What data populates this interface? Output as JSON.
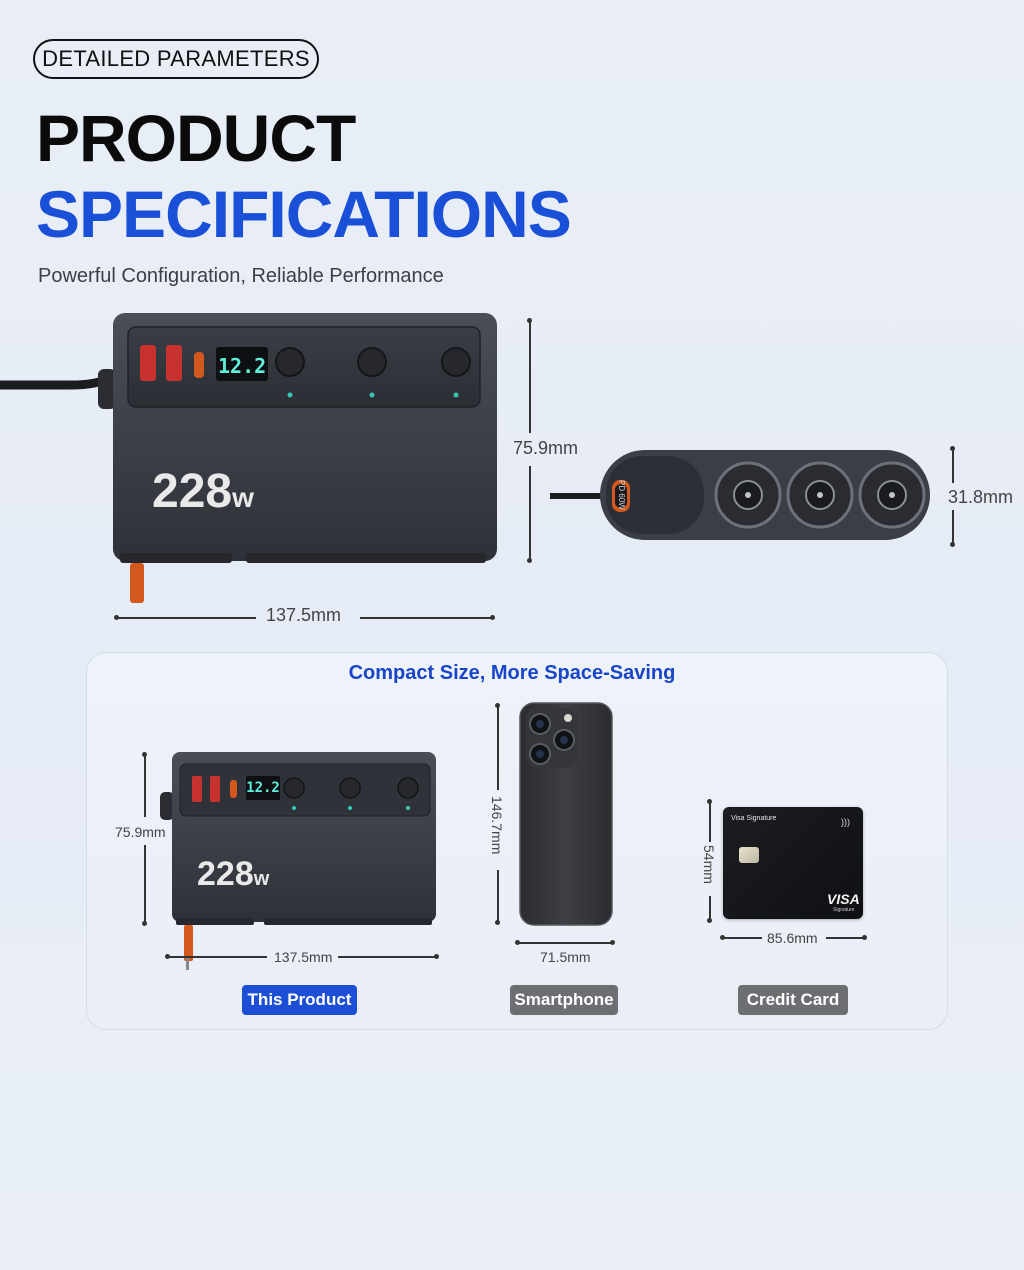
{
  "header": {
    "tag": "DETAILED PARAMETERS",
    "title_line1": "PRODUCT",
    "title_line2": "SPECIFICATIONS",
    "subtitle": "Powerful Configuration, Reliable Performance"
  },
  "product": {
    "power_label": "228",
    "power_unit": "w",
    "display_value": "12.2",
    "port_label": "PD 60W",
    "height": "75.9mm",
    "width": "137.5mm",
    "depth": "31.8mm"
  },
  "comparison": {
    "title": "Compact Size, More Space-Saving",
    "product": {
      "height": "75.9mm",
      "width": "137.5mm",
      "label": "This Product",
      "power_label": "228",
      "power_unit": "w",
      "display_value": "12.2"
    },
    "phone": {
      "height": "146.7mm",
      "width": "71.5mm",
      "label": "Smartphone"
    },
    "card": {
      "height": "54mm",
      "width": "85.6mm",
      "label": "Credit Card",
      "brand_small": "Visa Signature",
      "brand": "VISA",
      "brand_sub": "Signature"
    }
  },
  "colors": {
    "accent_blue": "#1a4fd8",
    "badge_blue": "#1c4fd6",
    "badge_gray": "#6c6e72",
    "device_body": "#3b3f47"
  }
}
